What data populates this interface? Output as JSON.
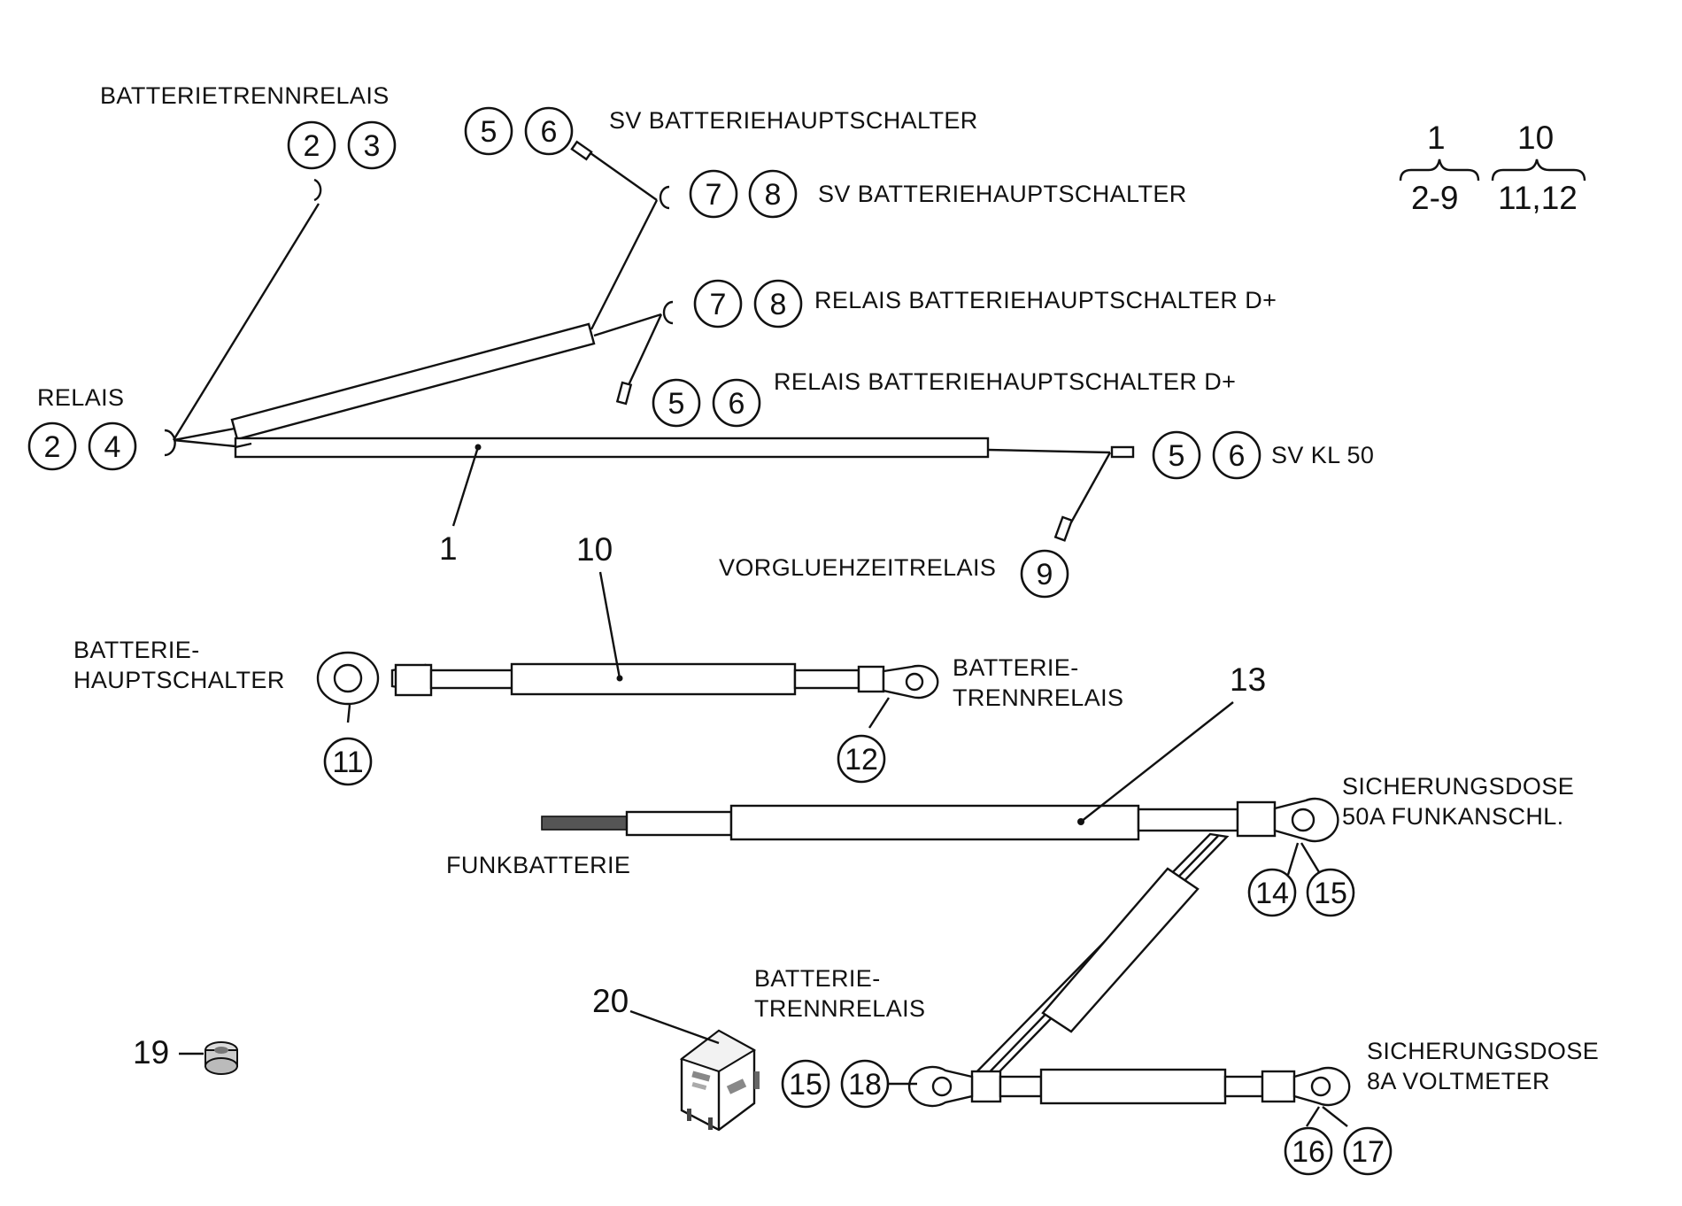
{
  "labels": {
    "batterietrennrelais_top": "BATTERIETRENNRELAIS",
    "sv_batt_1": "SV BATTERIEHAUPTSCHALTER",
    "sv_batt_2": "SV BATTERIEHAUPTSCHALTER",
    "relais_batt_d_1": "RELAIS BATTERIEHAUPTSCHALTER D+",
    "relais_batt_d_2": "RELAIS BATTERIEHAUPTSCHALTER D+",
    "relais": "RELAIS",
    "sv_kl50": "SV KL 50",
    "vorgluehzeitrelais": "VORGLUEHZEITRELAIS",
    "batterie_hauptschalter_1": "BATTERIE-",
    "batterie_hauptschalter_2": "HAUPTSCHALTER",
    "batterie_trennrelais_1": "BATTERIE-",
    "batterie_trennrelais_2": "TRENNRELAIS",
    "sicherungsdose_50a_1": "SICHERUNGSDOSE",
    "sicherungsdose_50a_2": "50A FUNKANSCHL.",
    "funkbatterie": "FUNKBATTERIE",
    "batterie_trennrelais_b_1": "BATTERIE-",
    "batterie_trennrelais_b_2": "TRENNRELAIS",
    "sicherungsdose_8a_1": "SICHERUNGSDOSE",
    "sicherungsdose_8a_2": "8A VOLTMETER"
  },
  "part_numbers": {
    "p1": "1",
    "p10": "10",
    "p13": "13",
    "p19": "19",
    "p20": "20"
  },
  "legend": {
    "parent_a": "1",
    "children_a": "2-9",
    "parent_b": "10",
    "children_b": "11,12"
  },
  "circles": {
    "c_btr_a": "2",
    "c_btr_b": "3",
    "c_sv1_a": "5",
    "c_sv1_b": "6",
    "c_sv2_a": "7",
    "c_sv2_b": "8",
    "c_rd1_a": "7",
    "c_rd1_b": "8",
    "c_rd2_a": "5",
    "c_rd2_b": "6",
    "c_rel_a": "2",
    "c_rel_b": "4",
    "c_kl_a": "5",
    "c_kl_b": "6",
    "c_vg": "9",
    "c_11": "11",
    "c_12": "12",
    "c_14": "14",
    "c_15a": "15",
    "c_15b": "15",
    "c_18": "18",
    "c_16": "16",
    "c_17": "17"
  }
}
